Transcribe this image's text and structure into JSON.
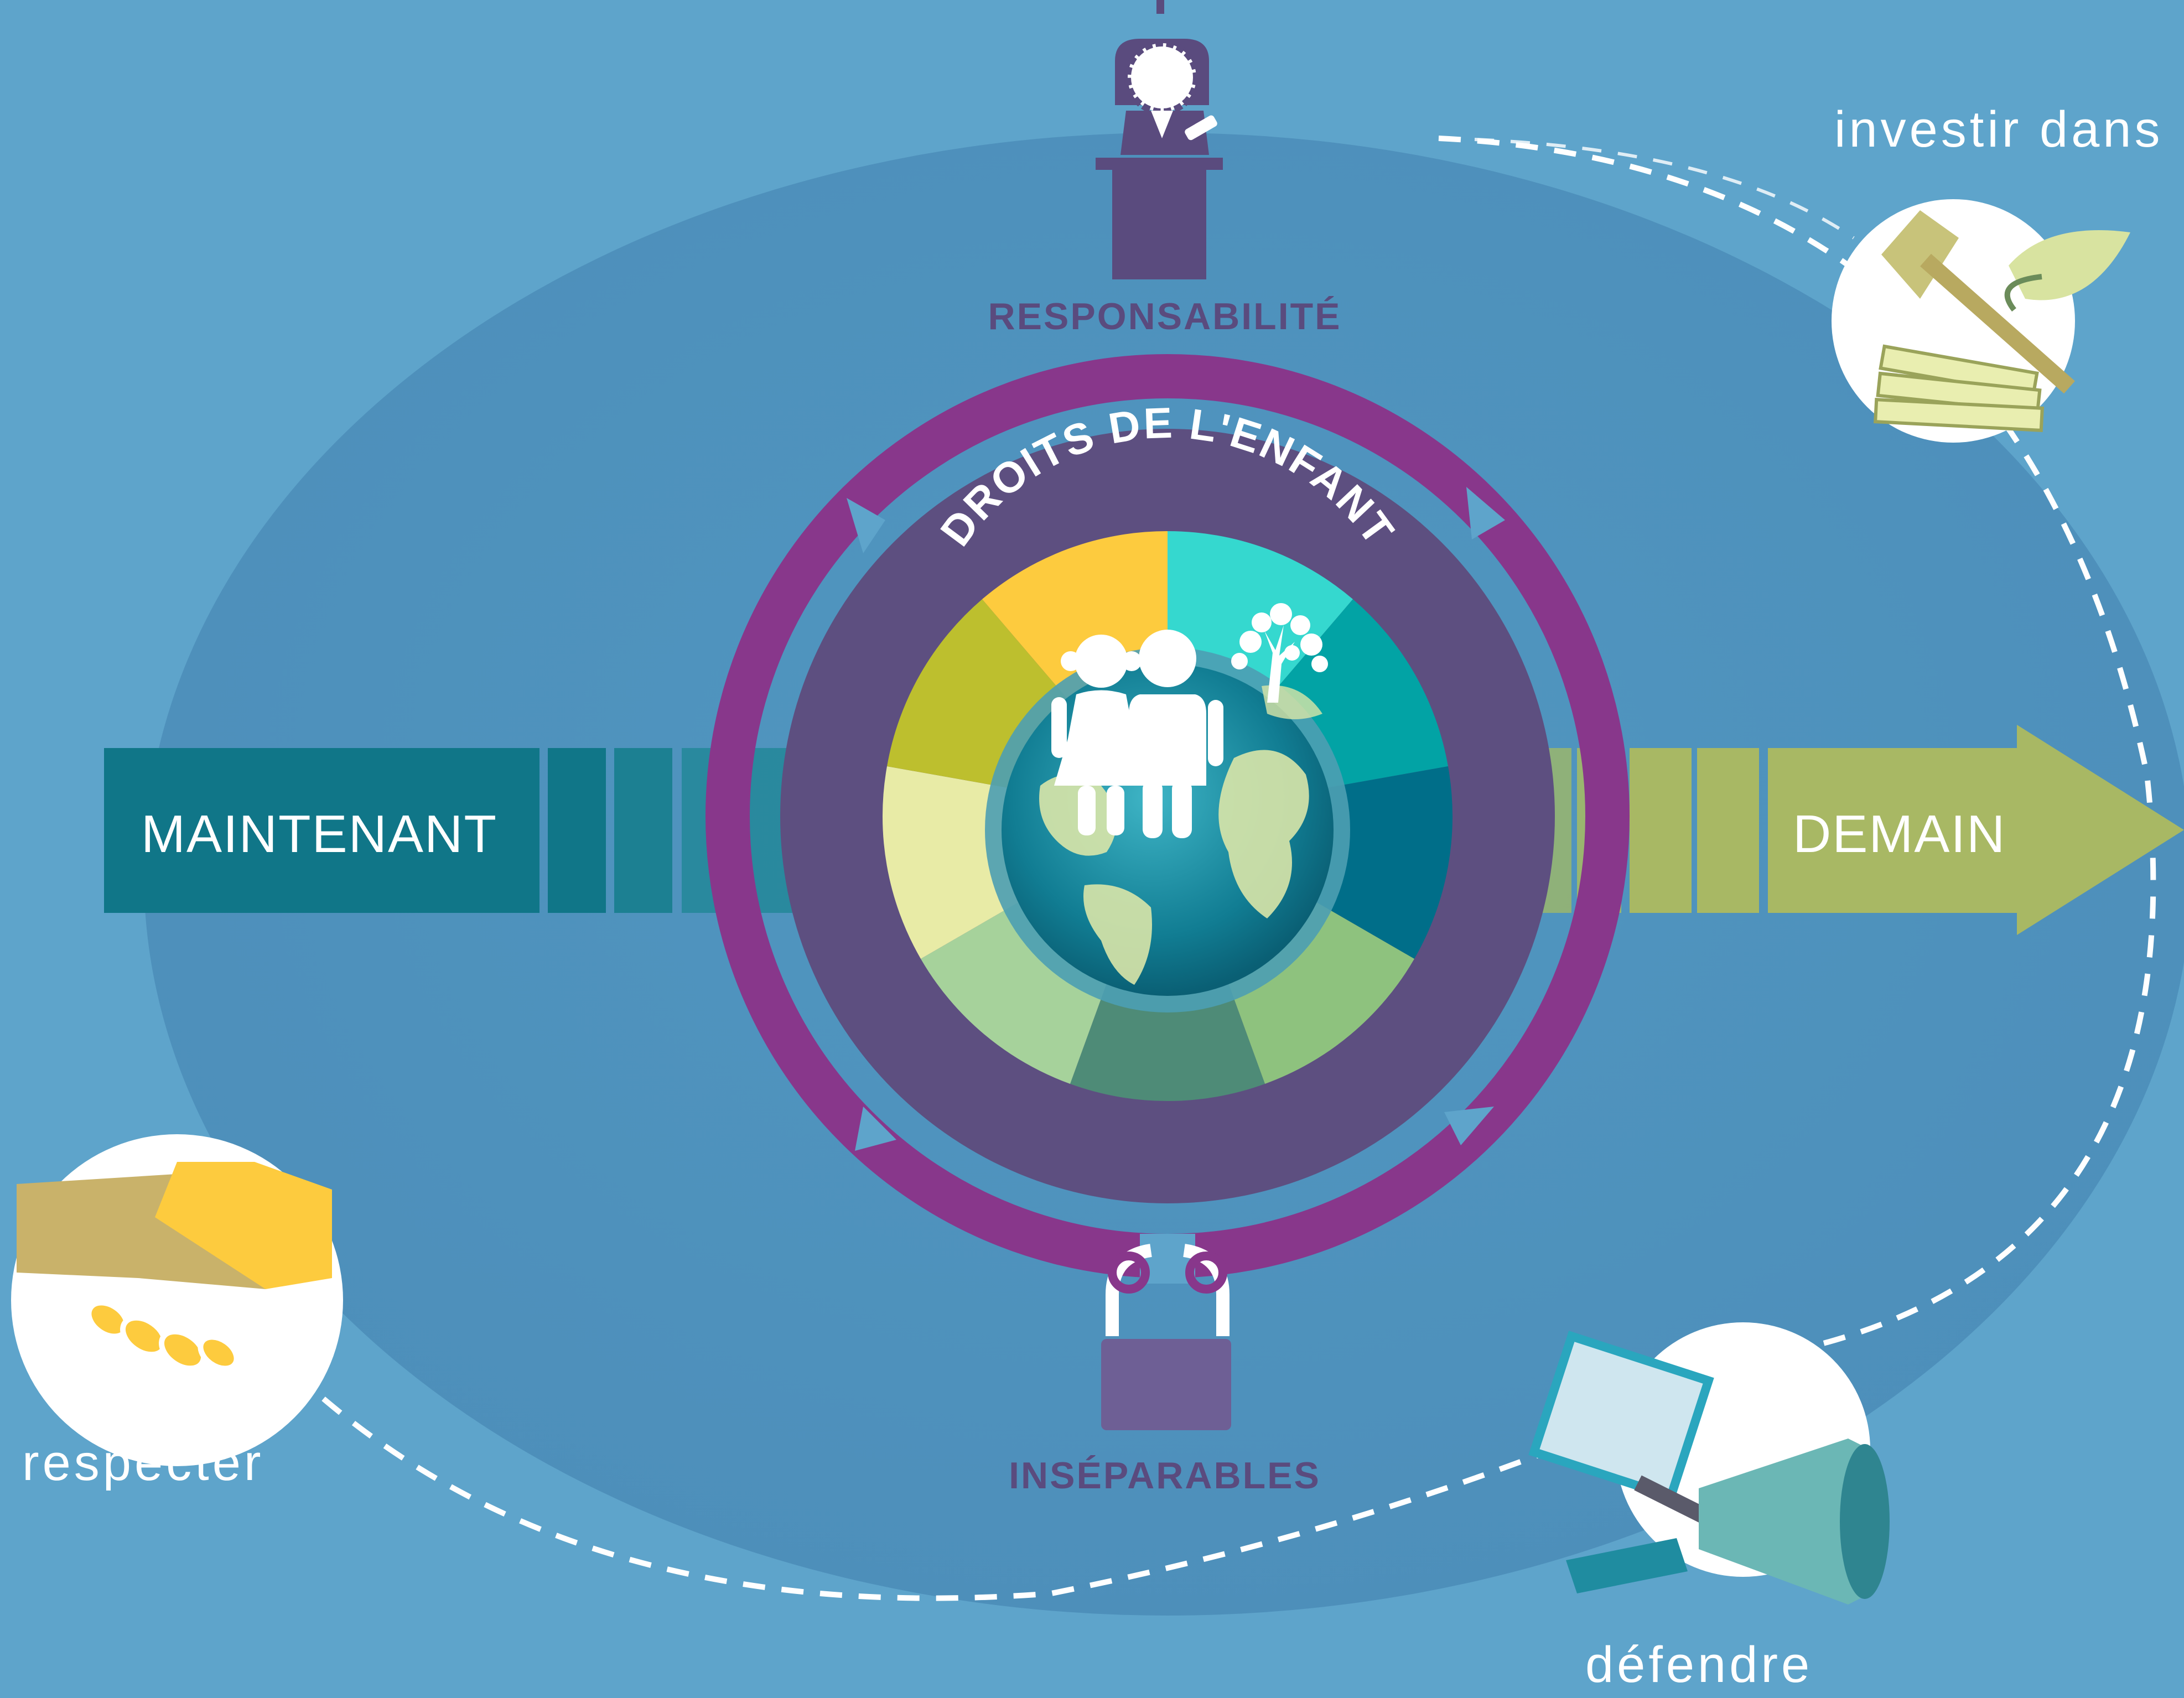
{
  "center": {
    "title": "DROITS DE L'ENFANT"
  },
  "labels": {
    "top": "RESPONSABILITÉ",
    "bottom": "INSÉPARABLES",
    "left_arrow": "MAINTENANT",
    "right_arrow": "DEMAIN",
    "invest": "investir dans",
    "respect": "respecter",
    "defend": "défendre"
  },
  "icons": {
    "judge": "judge-icon",
    "lock": "padlock-icon",
    "children": "children-icon",
    "tree": "tree-icon",
    "globe": "globe-icon",
    "invest": "hammer-seedling-money-icon",
    "respect": "handshake-icon",
    "defend": "megaphone-sign-icon"
  },
  "colors": {
    "background": "#5ea4cb",
    "ellipse": "#5499c2",
    "ring_outer": "#88378b",
    "ring_inner": "#5d4f80",
    "teal_bar": "#107688",
    "green_bar": "#a8b864",
    "label_purple": "#5a4b7e",
    "sectors": [
      "#fdcb3e",
      "#35d8cf",
      "#02a3a5",
      "#006e89",
      "#8ec27e",
      "#4e8b77",
      "#a6d29b",
      "#e8eba6",
      "#bdbf2e"
    ]
  }
}
